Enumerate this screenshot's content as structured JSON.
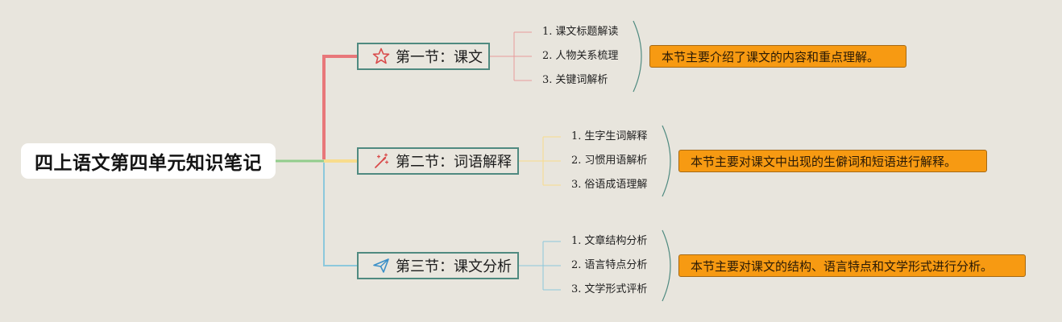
{
  "root": {
    "title": "四上语文第四单元知识笔记"
  },
  "sections": [
    {
      "title": "第一节：课文",
      "icon": "star-icon",
      "branch_color": "#e8777a",
      "items": [
        {
          "num": "1.",
          "label": "课文标题解读"
        },
        {
          "num": "2.",
          "label": "人物关系梳理"
        },
        {
          "num": "3.",
          "label": "关键词解析"
        }
      ],
      "summary": "本节主要介绍了课文的内容和重点理解。"
    },
    {
      "title": "第二节：词语解释",
      "icon": "magic-wand-icon",
      "branch_color": "#f8dc8c",
      "items": [
        {
          "num": "1.",
          "label": "生字生词解释"
        },
        {
          "num": "2.",
          "label": "习惯用语解析"
        },
        {
          "num": "3.",
          "label": "俗语成语理解"
        }
      ],
      "summary": "本节主要对课文中出现的生僻词和短语进行解释。"
    },
    {
      "title": "第三节：课文分析",
      "icon": "paper-plane-icon",
      "branch_color": "#8cc8dc",
      "items": [
        {
          "num": "1.",
          "label": "文章结构分析"
        },
        {
          "num": "2.",
          "label": "语言特点分析"
        },
        {
          "num": "3.",
          "label": "文学形式评析"
        }
      ],
      "summary": "本节主要对课文的结构、语言特点和文学形式进行分析。"
    }
  ],
  "colors": {
    "background": "#e8e5dd",
    "root_link": "#92cd8c",
    "section_border": "#4f8a80",
    "bracket": "#4f8a80",
    "summary_fill": "#f79a12"
  }
}
